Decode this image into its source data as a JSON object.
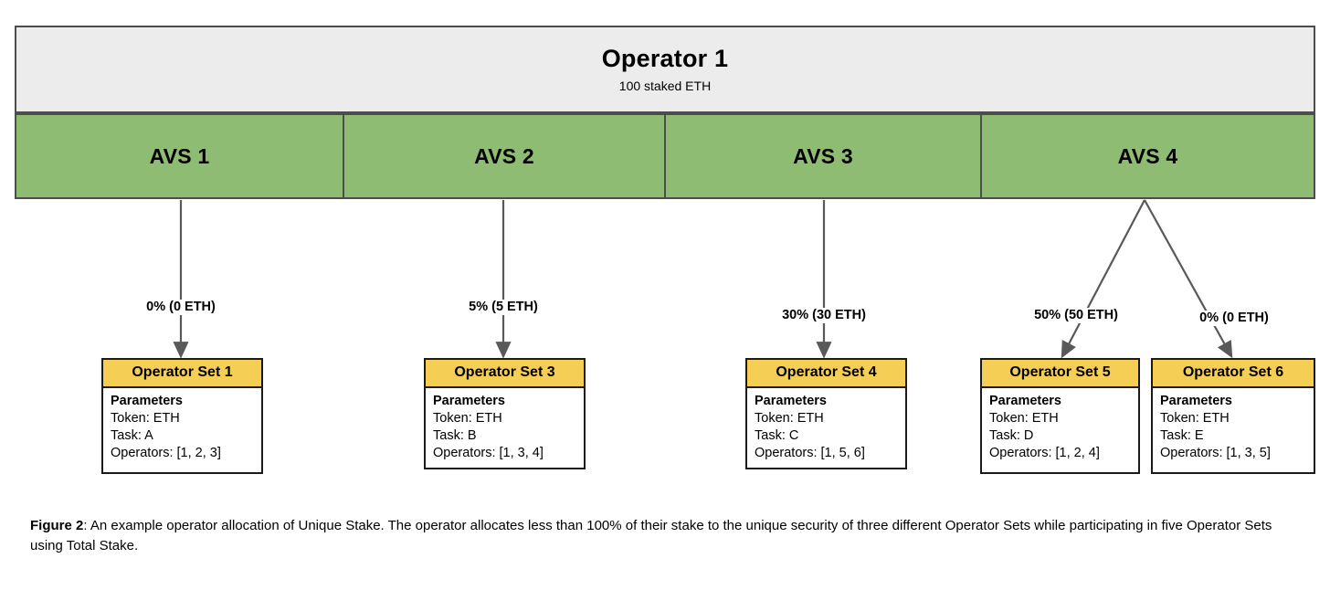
{
  "figure": {
    "operator": {
      "name": "Operator 1",
      "stake": "100 staked ETH"
    },
    "avs_row": [
      {
        "label": "AVS 1"
      },
      {
        "label": "AVS 2"
      },
      {
        "label": "AVS 3"
      },
      {
        "label": "AVS 4"
      }
    ],
    "allocations": [
      {
        "label": "0% (0 ETH)"
      },
      {
        "label": "5% (5 ETH)"
      },
      {
        "label": "30% (30 ETH)"
      },
      {
        "label": "50% (50 ETH)"
      },
      {
        "label": "0% (0 ETH)"
      }
    ],
    "operator_sets": [
      {
        "title": "Operator Set 1",
        "params_title": "Parameters",
        "token": "Token: ETH",
        "task": "Task: A",
        "operators": "Operators: [1, 2, 3]"
      },
      {
        "title": "Operator Set 3",
        "params_title": "Parameters",
        "token": "Token: ETH",
        "task": "Task: B",
        "operators": "Operators: [1, 3, 4]"
      },
      {
        "title": "Operator Set 4",
        "params_title": "Parameters",
        "token": "Token: ETH",
        "task": "Task: C",
        "operators": "Operators: [1, 5, 6]"
      },
      {
        "title": "Operator Set 5",
        "params_title": "Parameters",
        "token": "Token: ETH",
        "task": "Task: D",
        "operators": "Operators: [1, 2, 4]"
      },
      {
        "title": "Operator Set 6",
        "params_title": "Parameters",
        "token": "Token: ETH",
        "task": "Task: E",
        "operators": "Operators: [1, 3, 5]"
      }
    ],
    "caption": {
      "label": "Figure 2",
      "text": ": An example operator allocation of Unique Stake. The operator allocates less than 100% of their stake to the unique security of three different Operator Sets while participating in five Operator Sets using Total Stake."
    },
    "colors": {
      "operator_band": "#ececec",
      "avs_green": "#8fbc73",
      "opset_header_yellow": "#f5ce56",
      "border_gray": "#4d4d4d",
      "border_black": "#1a1a1a",
      "connector": "#595959"
    }
  }
}
